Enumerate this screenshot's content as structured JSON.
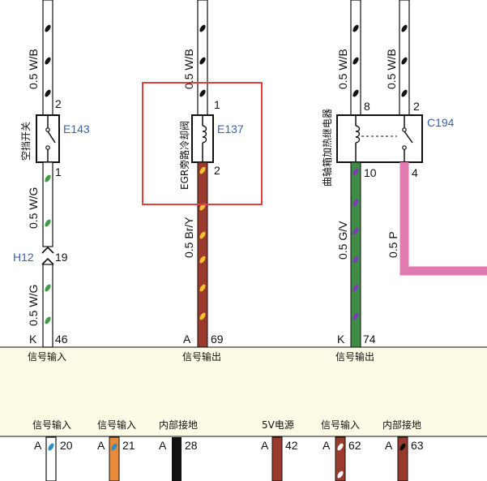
{
  "wires": {
    "w1_top_code": "0.5 W/B",
    "w1_bottom1_code": "0.5 W/G",
    "w1_bottom2_code": "0.5 W/G",
    "w2_top_code": "0.5 W/B",
    "w2_bottom_code": "0.5 Br/Y",
    "w3a_top_code": "0.5 W/B",
    "w3b_top_code": "0.5 W/B",
    "w3a_bottom_code": "0.5 G/V",
    "w3b_bottom_code": "0.5 P"
  },
  "components": {
    "neutral_switch": {
      "name": "空挡开关",
      "ref": "E143",
      "pin_top": "2",
      "pin_bottom": "1"
    },
    "egr_valve": {
      "name": "EGR旁路冷却阀",
      "ref": "E137",
      "pin_top": "1",
      "pin_bottom": "2"
    },
    "crank_relay": {
      "name": "曲轴箱加热继电器",
      "ref": "C194",
      "pin_coil_top": "8",
      "pin_sw_top": "2",
      "pin_coil_bottom": "10",
      "pin_sw_bottom": "4"
    }
  },
  "connector_h12": {
    "ref": "H12",
    "pin": "19"
  },
  "ecu_top_pins": [
    {
      "conn": "K",
      "pin": "46",
      "func": "信号输入"
    },
    {
      "conn": "A",
      "pin": "69",
      "func": "信号输出"
    },
    {
      "conn": "K",
      "pin": "74",
      "func": "信号输出"
    }
  ],
  "ecu_bottom_pins": [
    {
      "conn": "A",
      "pin": "20",
      "func": "信号输入"
    },
    {
      "conn": "A",
      "pin": "21",
      "func": "信号输入"
    },
    {
      "conn": "A",
      "pin": "28",
      "func": "内部接地"
    },
    {
      "conn": "A",
      "pin": "42",
      "func": "5V电源"
    },
    {
      "conn": "A",
      "pin": "62",
      "func": "信号输入"
    },
    {
      "conn": "A",
      "pin": "63",
      "func": "内部接地"
    }
  ],
  "colors": {
    "ecu_fill": "#fbfbe6",
    "highlight_box": "#e04040",
    "wire_white": "#ffffff",
    "wire_brown": "#9a3a2c",
    "wire_green": "#3f8c45",
    "wire_pink": "#e07ab0",
    "wire_orange": "#e88a3a",
    "wire_black": "#111111",
    "tracer_black": "#111111",
    "tracer_green": "#3f9a47",
    "tracer_yellow": "#f2c230",
    "tracer_violet": "#7a3fb0",
    "tracer_blue": "#2a8fc4",
    "ref_blue": "#3a63a8"
  }
}
